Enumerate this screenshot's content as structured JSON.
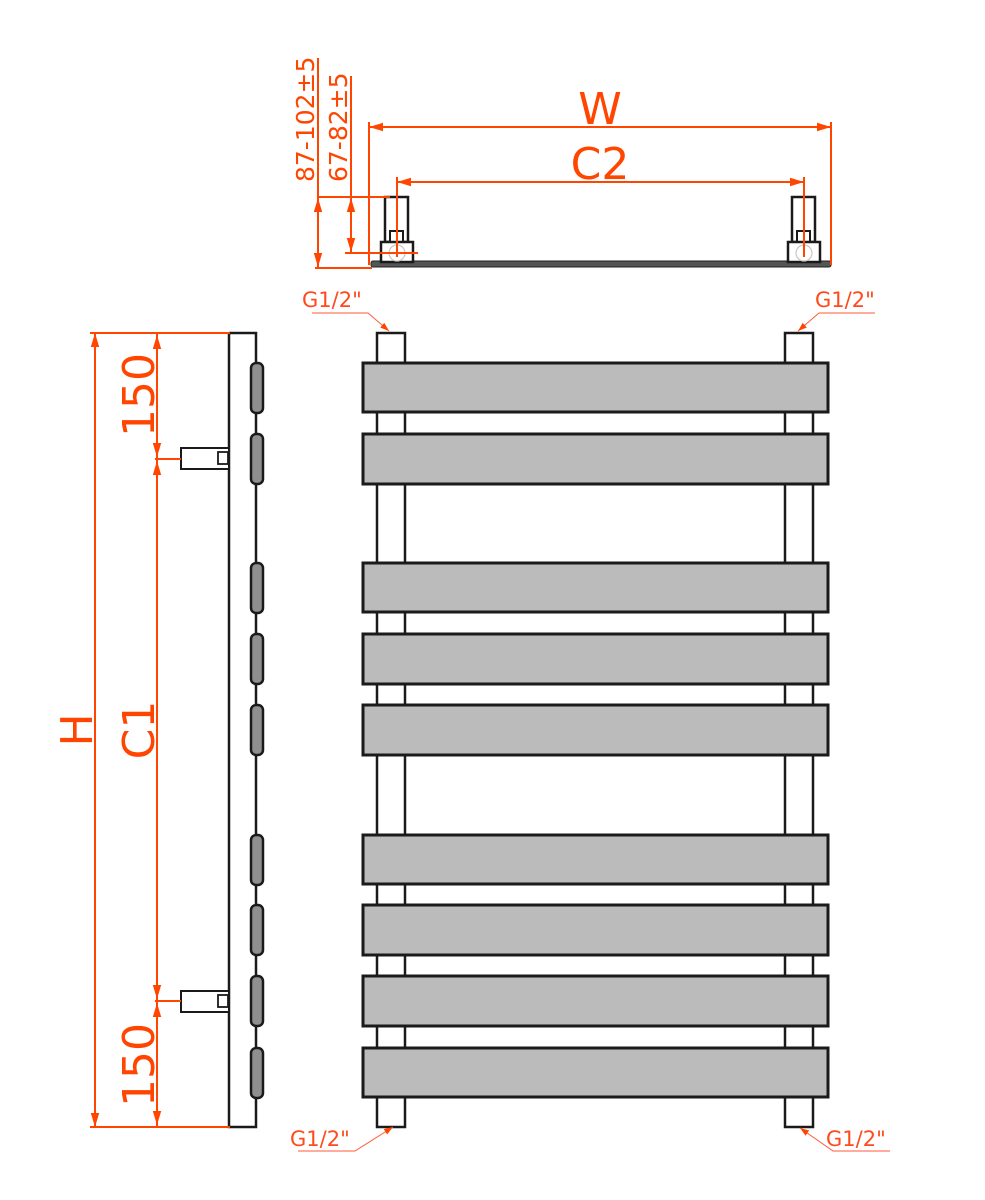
{
  "title": "Towel radiator technical dimension drawing",
  "colors": {
    "dimension": "#ff4500",
    "outline": "#1a1a1a",
    "bar_fill": "#bbbbbb",
    "fin_fill": "#8f8f8f"
  },
  "top_view": {
    "labels": {
      "width": "W",
      "centers_horizontal": "C2",
      "wall_distance_max": "87-102±5",
      "wall_distance_pipe": "67-82±5"
    }
  },
  "side_view": {
    "labels": {
      "height": "H",
      "centers_vertical": "C1",
      "top_offset": "150",
      "bottom_offset": "150"
    },
    "fins_count": 9
  },
  "front_view": {
    "bars_count": 9,
    "bar_groups": [
      2,
      3,
      4
    ],
    "connections": [
      {
        "position": "top-left",
        "label": "G1/2\""
      },
      {
        "position": "top-right",
        "label": "G1/2\""
      },
      {
        "position": "bottom-left",
        "label": "G1/2\""
      },
      {
        "position": "bottom-right",
        "label": "G1/2\""
      }
    ]
  }
}
